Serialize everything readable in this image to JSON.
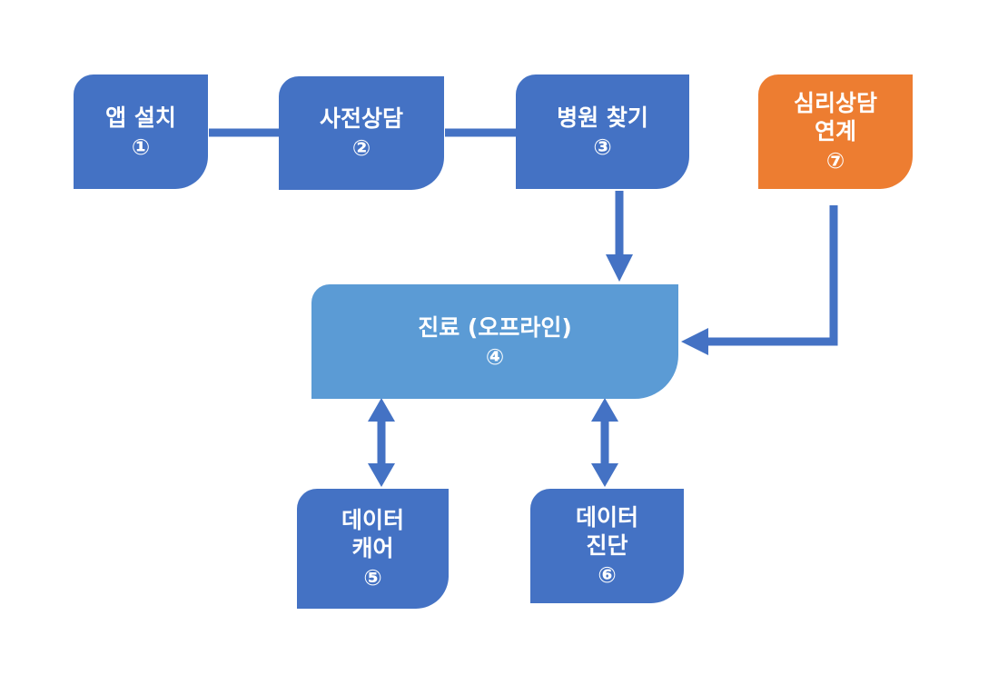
{
  "colors": {
    "primary": "#4472c4",
    "central": "#5b9bd5",
    "accent": "#ed7d31",
    "connector": "#4472c4"
  },
  "nodes": {
    "app_install": {
      "lines": [
        "앱 설치"
      ],
      "number": "①"
    },
    "pre_consult": {
      "lines": [
        "사전상담"
      ],
      "number": "②"
    },
    "find_hospital": {
      "lines": [
        "병원 찾기"
      ],
      "number": "③"
    },
    "treatment": {
      "lines": [
        "진료 (오프라인)"
      ],
      "number": "④"
    },
    "data_care": {
      "lines": [
        "데이터",
        "캐어"
      ],
      "number": "⑤"
    },
    "data_diagnosis": {
      "lines": [
        "데이터",
        "진단"
      ],
      "number": "⑥"
    },
    "psych_consult": {
      "lines": [
        "심리상담",
        "연계"
      ],
      "number": "⑦"
    }
  }
}
